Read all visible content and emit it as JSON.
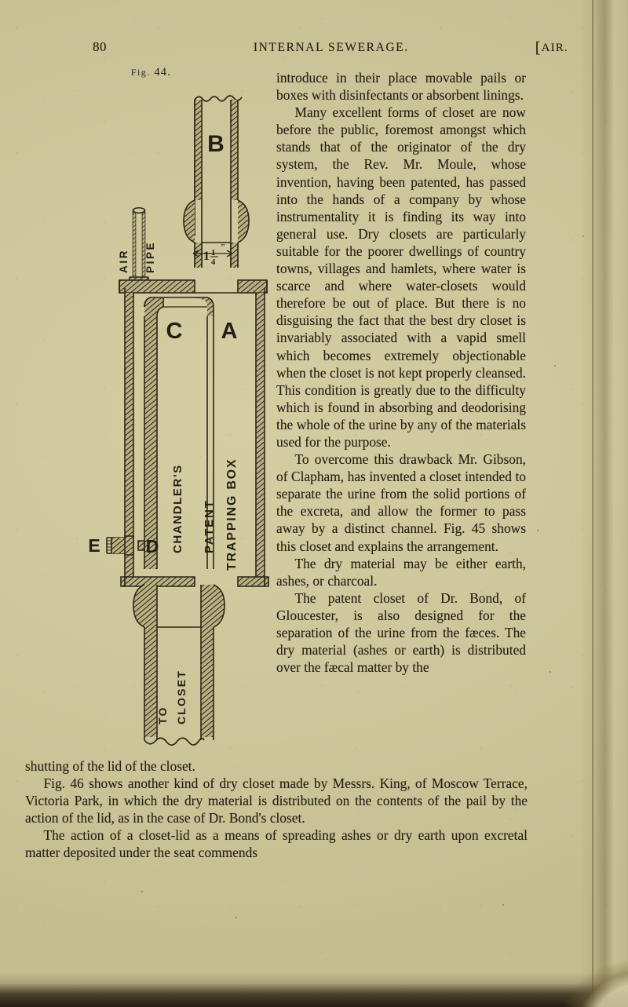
{
  "page": {
    "folio": "80",
    "running_head": "INTERNAL SEWERAGE.",
    "running_head_right": "[AIR.",
    "bracket": "[",
    "head_right_word": "AIR."
  },
  "figure": {
    "caption_prefix": "Fig.",
    "caption_number": "44.",
    "caption_full": "Fig. 44.",
    "labels": {
      "b": "B",
      "a": "A",
      "c": "C",
      "d": "D",
      "e": "E",
      "air": "AIR",
      "pipe": "PIPE",
      "dimension": "1¼\"",
      "dimension_whole": "1",
      "dimension_numerator": "1",
      "dimension_denominator": "4",
      "dimension_unit": "\"",
      "maker": "CHANDLER'S",
      "patent": "PATENT",
      "device": "TRAPPING BOX",
      "outlet_line1": "TO",
      "outlet_line2": "CLOSET"
    }
  },
  "body": {
    "column_right": [
      "introduce in their place movable pails or boxes with disinfectants or absorbent linings.",
      "Many excellent forms of closet are now before the public, foremost amongst which stands that of the originator of the dry system, the Rev. Mr. Moule, whose invention, having been patented, has passed into the hands of a company by whose instrumentality it is finding its way into general use.  Dry closets are particularly suitable for the poorer dwellings of country towns, villages and hamlets, where water is scarce and where water-closets would therefore be out of place.  But there is no disguising the fact that the best dry closet is invariably associated with a vapid smell which becomes extremely objectionable when the closet is not kept properly cleansed.  This condition is greatly due to the difficulty which is found in absorbing and deodorising the whole of the urine by any of the materials used for the purpose.",
      "To overcome this drawback Mr. Gibson, of Clapham, has invented a closet intended to separate the urine from the solid portions of the excreta, and allow the former to pass away by a distinct channel.  Fig. 45 shows this closet and explains the arrangement.",
      "The dry material may be either earth, ashes, or charcoal.",
      "The patent closet of Dr. Bond, of Gloucester, is also designed for the separation of the urine from the fæces. The dry material (ashes or earth) is distributed over the fæcal matter by the"
    ],
    "column_full": [
      "shutting of the lid of the closet.",
      "Fig. 46 shows another kind of dry closet made by Messrs. King, of Moscow Terrace, Victoria Park, in which the dry material is distributed on the contents of the pail by the action of the lid, as in the case of Dr. Bond's closet.",
      "The action of a closet-lid as a means of spreading ashes or dry earth upon excretal matter deposited under the seat commends"
    ]
  },
  "colors": {
    "paper": "#cfc89c",
    "ink": "#241f16",
    "line": "#2b2619",
    "shadow": "#4a3d1c"
  }
}
